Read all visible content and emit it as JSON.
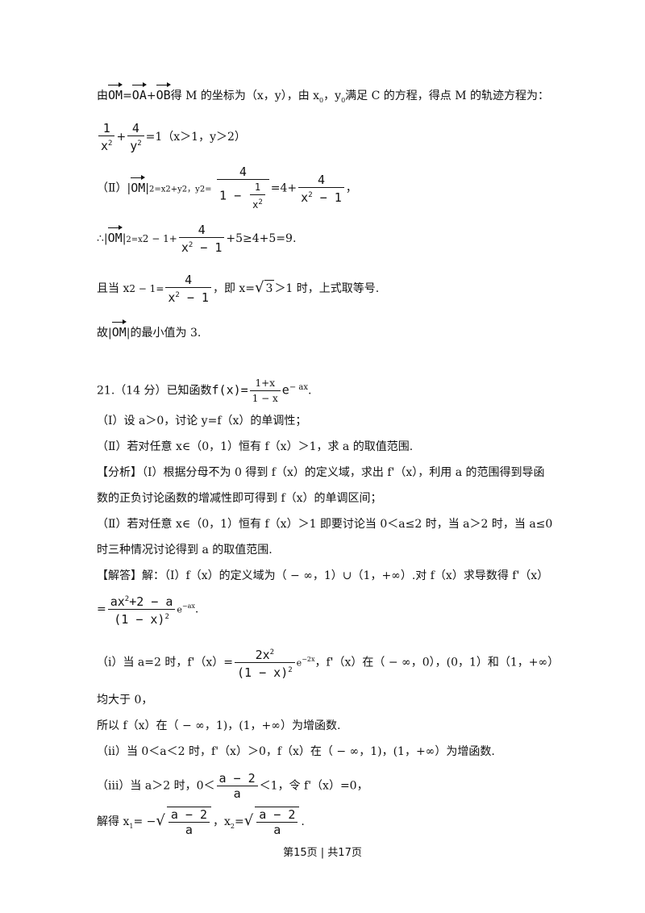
{
  "lines": {
    "l1_a": "由",
    "l1_om": "OM",
    "l1_eq": "=",
    "l1_oa": "OA",
    "l1_plus": "+",
    "l1_ob": "OB",
    "l1_b": "得 M 的坐标为（x，y），由 x",
    "l1_sub0": "0",
    "l1_c": "，y",
    "l1_sub1": "0",
    "l1_d": "满足 C 的方程，得点 M 的轨迹方程为：",
    "l2_f1_num": "1",
    "l2_f1_den": "x",
    "l2_f1_den_sup": "2",
    "l2_plus": "+",
    "l2_f2_num": "4",
    "l2_f2_den": "y",
    "l2_f2_den_sup": "2",
    "l2_rest": "=1（x＞1，y＞2）",
    "l3_a": "（Ⅱ）|",
    "l3_om": "OM",
    "l3_b": "|",
    "l3_c": "2=x",
    "l3_d": "2+y",
    "l3_e": "2，y",
    "l3_f": "2=",
    "l3_f1_num": "4",
    "l3_f1_den_a": "1 − ",
    "l3_f1_den_inner_num": "1",
    "l3_f1_den_inner_den": "x",
    "l3_f1_den_inner_sup": "2",
    "l3_g": "=4+",
    "l3_f2_num": "4",
    "l3_f2_den": "x",
    "l3_f2_den_sup": "2",
    "l3_f2_den_b": " − 1",
    "l3_h": "，",
    "l4_a": "∴|",
    "l4_om": "OM",
    "l4_b": "|",
    "l4_c": "2=x",
    "l4_d": "2 − 1+",
    "l4_f_num": "4",
    "l4_f_den": "x",
    "l4_f_den_sup": "2",
    "l4_f_den_b": " − 1",
    "l4_e": "+5≥4+5=9.",
    "l5_a": "且当 x",
    "l5_b": "2 − 1=",
    "l5_f_num": "4",
    "l5_f_den": "x",
    "l5_f_den_sup": "2",
    "l5_f_den_b": " − 1",
    "l5_c": "，即 x=",
    "l5_sqrt": "3",
    "l5_d": "＞1 时，上式取等号.",
    "l6_a": "故|",
    "l6_om": "OM",
    "l6_b": "|的最小值为 3.",
    "q21_a": "21.（14 分）已知函数",
    "q21_fx": "f(x)=",
    "q21_num": "1+x",
    "q21_den": "1 − x",
    "q21_e": "e",
    "q21_sup": "− ax",
    "q21_end": ".",
    "q21_1": "（Ⅰ）设 a＞0，讨论 y=f（x）的单调性；",
    "q21_2": "（Ⅱ）若对任意 x∈（0，1）恒有 f（x）＞1，求 a 的取值范围.",
    "an1": "【分析】（Ⅰ）根据分母不为 0 得到 f（x）的定义域，求出 f'（x），利用 a 的范围得到导函",
    "an2": "数的正负讨论函数的增减性即可得到 f（x）的单调区间；",
    "an3": "（Ⅱ）若对任意 x∈（0，1）恒有 f（x）＞1 即要讨论当 0＜a≤2 时，当 a＞2 时，当 a≤0",
    "an4": "时三种情况讨论得到 a 的取值范围.",
    "so1": "【解答】解：（Ⅰ）f（x）的定义域为（ − ∞，1）∪（1，+∞）.对 f（x）求导数得 f'（x）",
    "so2_eq": "=",
    "so2_num_a": "ax",
    "so2_num_sup": "2",
    "so2_num_b": "+2 − a",
    "so2_den": "(1 − x)",
    "so2_den_sup": "2",
    "so2_e": "e",
    "so2_esup": "−ax",
    "so2_end": ".",
    "s3_a": "（ⅰ）当 a=2 时，f'（x）=",
    "s3_num": "2x",
    "s3_num_sup": "2",
    "s3_den": "(1 − x)",
    "s3_den_sup": "2",
    "s3_e": "e",
    "s3_esup": "−2x",
    "s3_b": "，f'（x）在（ − ∞，0），(0，1）和（1，+∞）",
    "s4": "均大于 0，",
    "s5": "所以 f（x）在（ − ∞，1)，(1，+∞）为增函数.",
    "s6": "（ⅱ）当 0＜a＜2 时，f'（x）＞0，f（x）在（ − ∞，1)，(1，+∞）为增函数.",
    "s7_a": "（ⅲ）当 a＞2 时，0＜",
    "s7_num": "a − 2",
    "s7_den": "a",
    "s7_b": "＜1，令 f'（x）=0，",
    "s8_a": "解得 x",
    "s8_sub1": "1",
    "s8_b": "= −",
    "s8_num1": "a − 2",
    "s8_den1": "a",
    "s8_c": "，x",
    "s8_sub2": "2",
    "s8_d": "=",
    "s8_num2": "a − 2",
    "s8_den2": "a",
    "s8_end": "."
  },
  "footer": {
    "text": "第15页 | 共17页"
  }
}
